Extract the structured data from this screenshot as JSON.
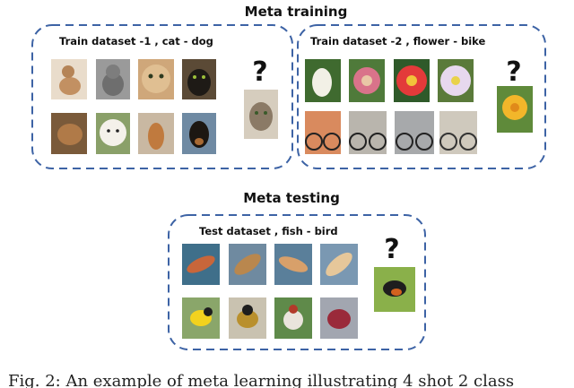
{
  "meta_training": {
    "heading": "Meta training",
    "task1": {
      "label": "Train dataset -1 , cat - dog",
      "query_mark": "?"
    },
    "task2": {
      "label": "Train dataset -2 , flower - bike",
      "query_mark": "?"
    }
  },
  "meta_testing": {
    "heading": "Meta testing",
    "task": {
      "label": "Test dataset , fish - bird",
      "query_mark": "?"
    }
  },
  "caption": "Fig. 2: An example of meta learning illustrating 4 shot 2 class"
}
